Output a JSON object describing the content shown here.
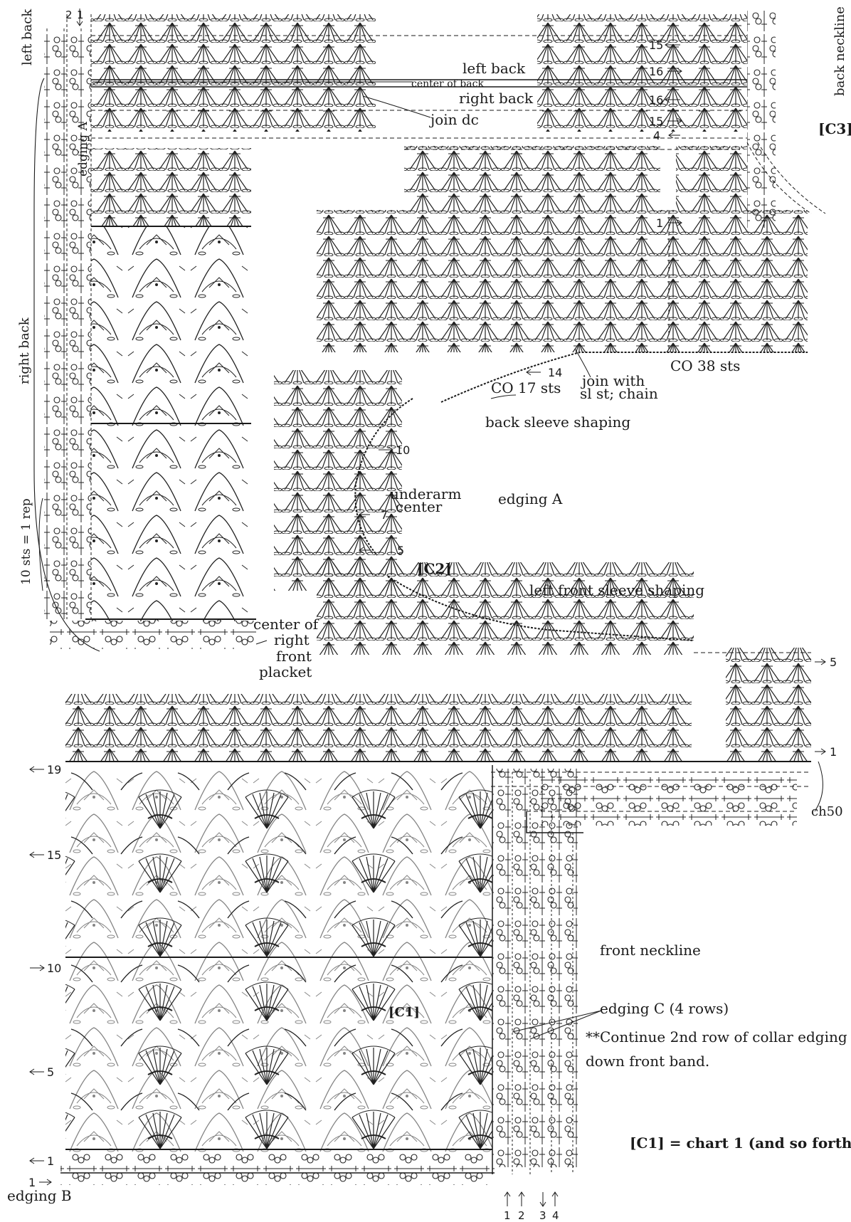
{
  "labels": {
    "left_back_side": "left back",
    "right_back_side": "right back",
    "rep": "10 sts = 1 rep",
    "edging_a_side": "edging A",
    "left_back": "left back",
    "center_of_back": "center of back",
    "right_back": "right back",
    "join_dc": "join dc",
    "back_neckline": "back neckline",
    "c3": "[C3]",
    "co17": "CO 17 sts",
    "join_sl_1": "join with",
    "join_sl_2": "sl st; chain",
    "co38": "CO 38 sts",
    "back_sleeve": "back sleeve shaping",
    "underarm_1": "underarm",
    "underarm_2": "center",
    "edging_a": "edging A",
    "c2": "[C2]",
    "left_front_sleeve": "left front sleeve shaping",
    "placket_1": "center of",
    "placket_2": "right",
    "placket_3": "front",
    "placket_4": "placket",
    "ch50": "ch50",
    "front_neckline": "front neckline",
    "edging_c": "edging C (4 rows)",
    "note_1": "**Continue 2nd row of collar edging",
    "note_2": "down front band.",
    "legend": "[C1] = chart 1 (and so forth)",
    "c1": "[C1]",
    "edging_b": "edging B"
  },
  "row_numbers": {
    "top_2": "2",
    "top_1": "1",
    "r15a": "15",
    "r16a": "16",
    "r16b": "16",
    "r15b": "15",
    "r4": "4",
    "r1_back": "1",
    "r14": "14",
    "r10_sleeve": "10",
    "r7": "7",
    "r5_sleeve": "5",
    "r5_right": "5",
    "r1_right": "1",
    "r19": "19",
    "r15_front": "15",
    "r10_front": "10",
    "r5_front": "5",
    "r1_front": "1",
    "r1_edging_b": "1",
    "c_1": "1",
    "c_2": "2",
    "c_3": "3",
    "c_4": "4"
  }
}
